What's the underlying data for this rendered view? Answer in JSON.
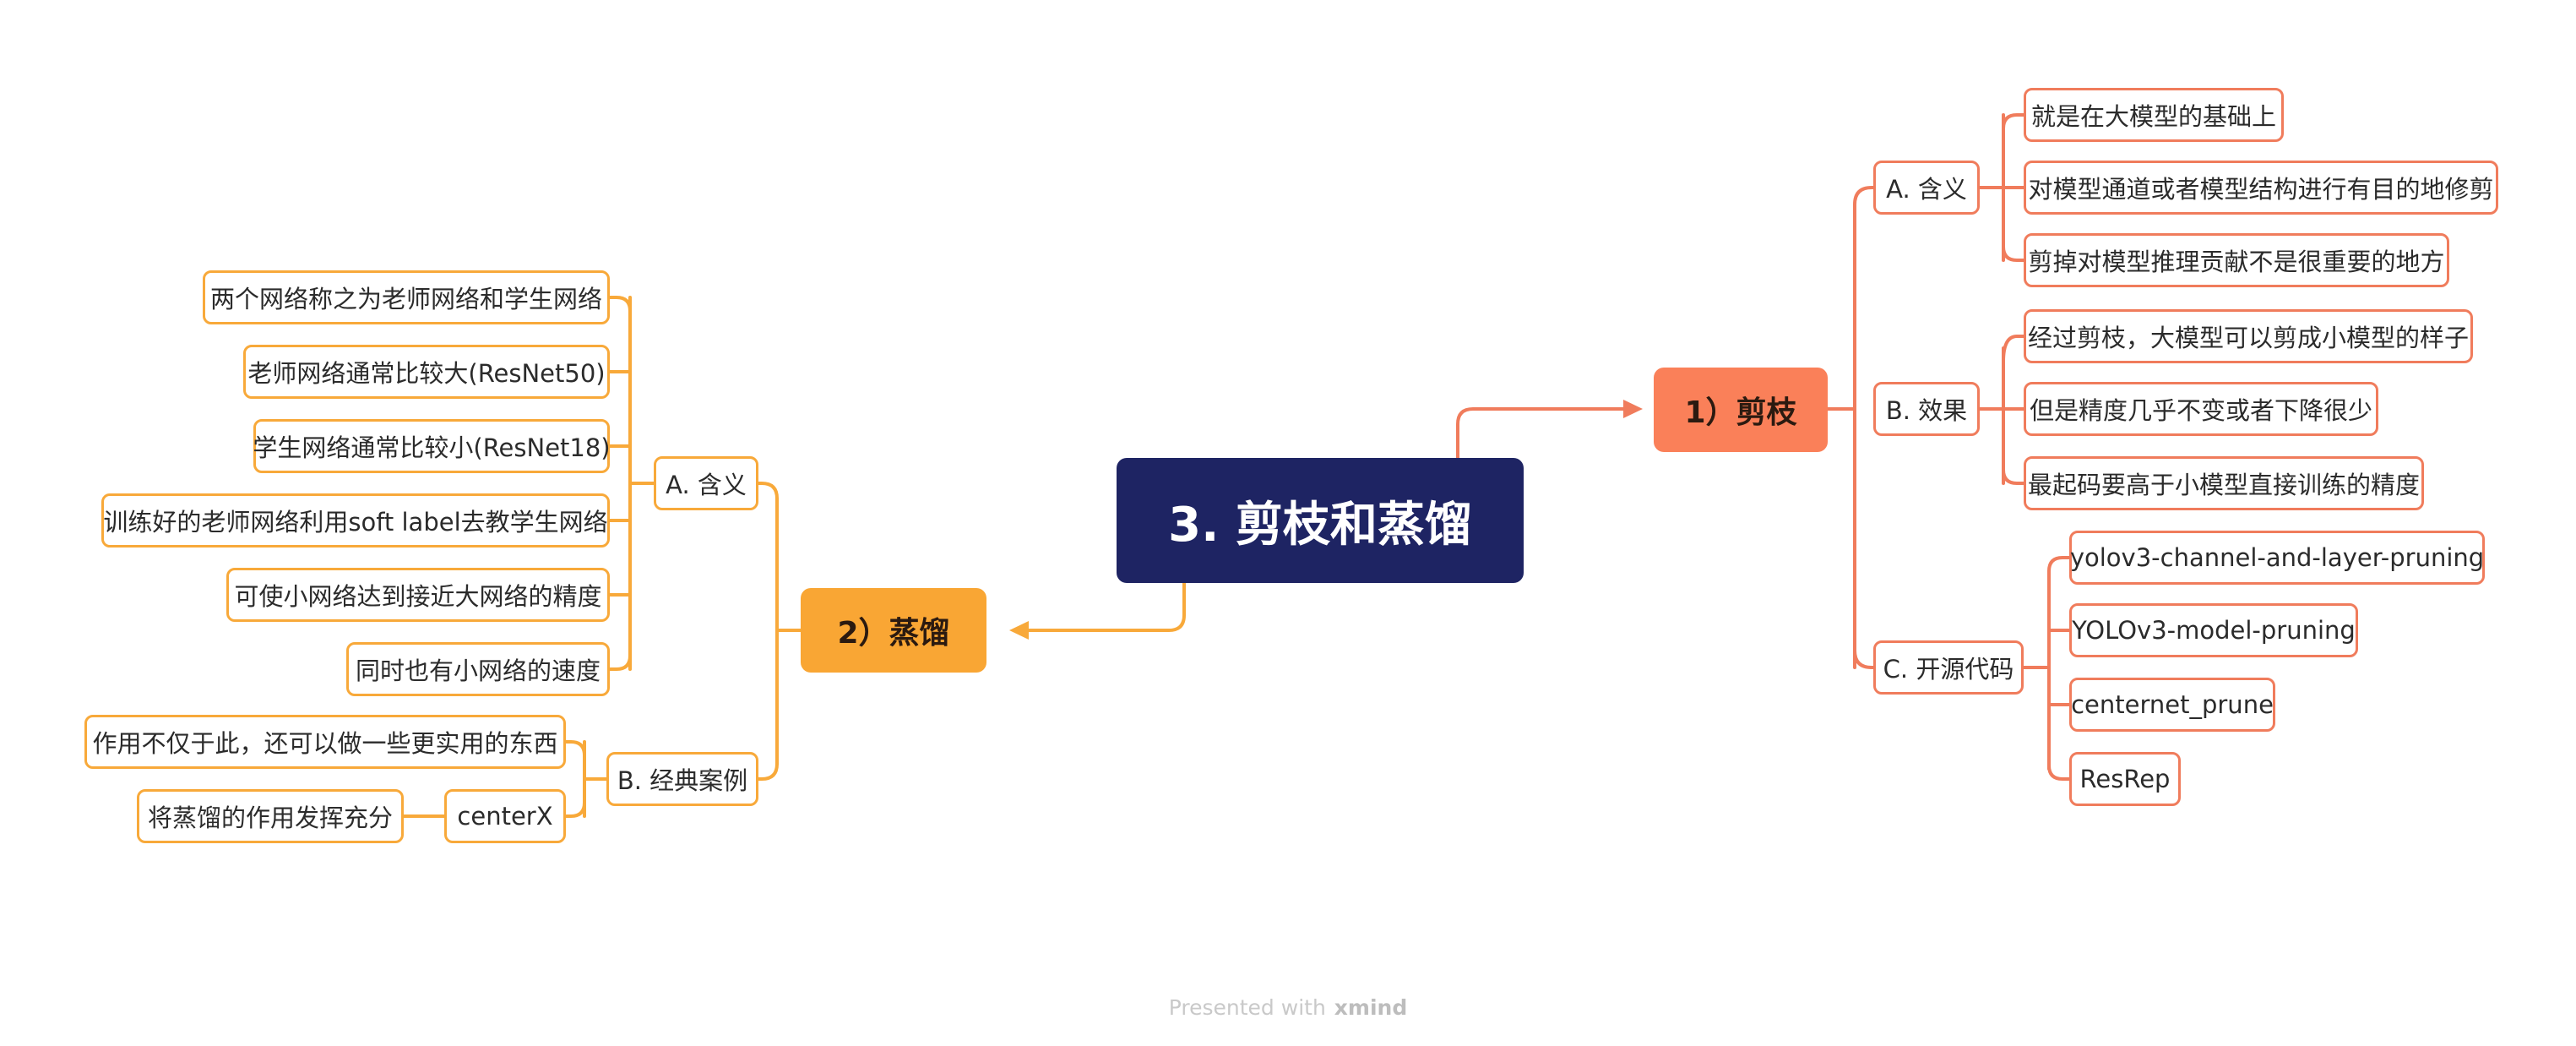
{
  "colors": {
    "central_fill": "#1E2463",
    "right_branch": "#F07C5C",
    "right_main_fill": "#FA8059",
    "left_branch": "#F8A93A",
    "left_main_fill": "#F9A634"
  },
  "central": {
    "title": "3. 剪枝和蒸馏"
  },
  "pruning": {
    "title": "1）剪枝",
    "meaning": {
      "label": "A. 含义",
      "items": [
        "就是在大模型的基础上",
        "对模型通道或者模型结构进行有目的地修剪",
        "剪掉对模型推理贡献不是很重要的地方"
      ]
    },
    "effect": {
      "label": "B. 效果",
      "items": [
        "经过剪枝，大模型可以剪成小模型的样子",
        "但是精度几乎不变或者下降很少",
        "最起码要高于小模型直接训练的精度"
      ]
    },
    "code": {
      "label": "C. 开源代码",
      "items": [
        "yolov3-channel-and-layer-pruning",
        "YOLOv3-model-pruning",
        "centernet_prune",
        "ResRep"
      ]
    }
  },
  "distill": {
    "title": "2）蒸馏",
    "meaning": {
      "label": "A. 含义",
      "items": [
        "两个网络称之为老师网络和学生网络",
        "老师网络通常比较大(ResNet50)",
        "学生网络通常比较小(ResNet18)",
        "训练好的老师网络利用soft label去教学生网络",
        "可使小网络达到接近大网络的精度",
        "同时也有小网络的速度"
      ]
    },
    "cases": {
      "label": "B. 经典案例",
      "items": [
        "作用不仅于此，还可以做一些更实用的东西",
        "centerX"
      ],
      "sub": "将蒸馏的作用发挥充分"
    }
  },
  "footer": {
    "prefix": "Presented with",
    "brand": "xmind"
  }
}
